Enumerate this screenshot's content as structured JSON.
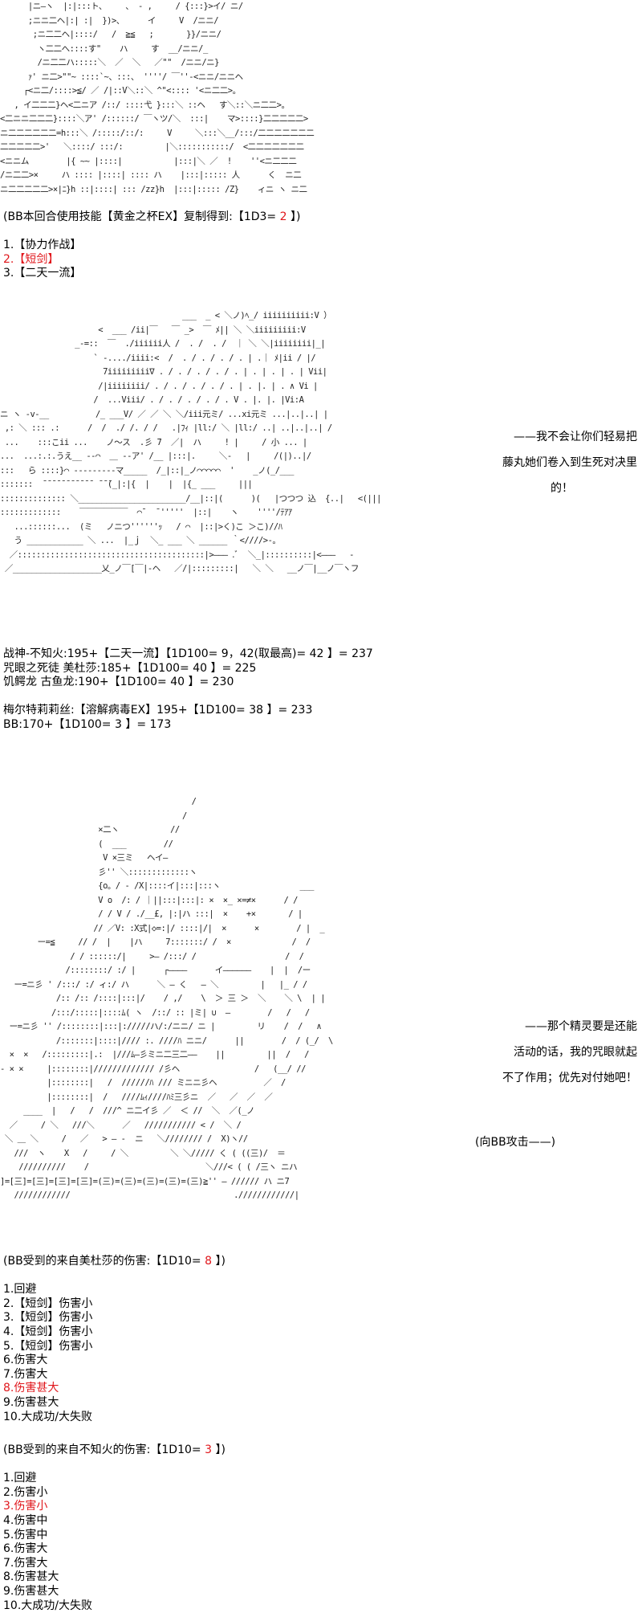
{
  "art": {
    "top": [
      "      |ニ―ヽ  |:|:::ト、    、 - ,     / {:::}>イ/ ニ/",
      "      ;ニニ二ヘ|:| :|  })>、     イ     V  /ニニ/",
      "       ;ニ二二ヘ|::::/   /  ≧≦   ;       }}/ニニ/",
      "        ヽ二二へ::::す\"    ハ     す  __/ニニ/_",
      "        /ニ二二ハ:::::＼  ／  ＼   ／\"\"  /ニニ/ニ}",
      "      ｧ' ニ二>\"\"~ ::::`~、:::、 ''''/ ￣''-<ニニ/ニニヘ",
      "     ┌<ニ二/::::>≦/ ／ /|::V＼::＼ ^\"<:::: '<ニ二二>。",
      "   , イ二二二}ヘ<二ニア /::/ ::::弋 }:::＼ ::ヘ   す＼::＼ニ二二>。",
      "<二ニニ二二二}::::＼ア' /::::::/ ￣ヽツ/＼  :::|    マ>::::}二二二二二>",
      "ニ二二二二二二=h:::＼ /:::::/::/:     V     ＼:::＼__/:::/二二二二二二二",
      "二二二二二>'   ＼::::/ :::/:         |＼:::::::::::/  <二二二二二二二",
      "<ニニム        |{ ~~ |::::|           |:::|＼ ／  !    ''<ニ二二二",
      "/ニ二二>×     ハ :::: |::::| :::: ハ    |:::|::::: 人      く  ニ二",
      "ニ二二二二二>×|ﾆ}h ::|::::| ::: /zz}h  |:::|::::: /Z}    ィニ ヽ ニ二"
    ],
    "mid": [
      "                                       ___  _ < ＼ノ)ﾍ_/ iiiiiiiiii:V ）",
      "                     <  ___ /ii|￣   ￣ _>  ￣ ﾒ|| ＼ ＼iiiiiiiii:V",
      "                _-=::  ￣  ./iiiiii人 /  . /  . /  ｜ ＼ ＼|iiiiiiii|_|",
      "                    ` ‐..../iiii:<  /  . / . / . / . | .｜ ﾒ|ii / |/",
      "                      7iiiiiiiii∇ . / . / . / . / . | . | . | . | Vii|",
      "                     /|iiiiiiii/ . / . / . / . / . | . |. | . ∧ Vi |",
      "                    /  ...Viii/ . / . / . / . / . V . |. |. |Vi:A",
      "ニ ヽ -v-__          /_ ___V/ ／ ／ ＼ ＼/iii元ミ/ ...xi元ミ ...|..|..| |",
      " ,: ＼ ::: .:      /  /  ./ /. / /   .|ﾌｨ |ll:/ ＼ |ll:/ ..| ..|..|..| /",
      " ...    :::こii ...    ノ〜ス  .彡 ̄7  ／|  ハ     ! |     / 小 ... |",
      "...  ...:.:.うえ__ ‐‐⌒  ＿ -‐ア' /__ |:::|.     ＼‐   |     /(|)..|/",
      ":::   ら ::::}⌒ ‐‐‐‐‐‐‐‐‐マ_____  /_|::|_ノ⌒⌒⌒⌒⌒  '    _ノ(_/___",
      ":::::::  ̄ ̄ ̄ ̄ ̄ ̄ ̄ ̄ ̄ ̄ ̄  ̄ ̄ ̄(_|:|{  |    |  |{_ ___     |||",
      ":::::::::::::: ＼_______________________/__|::|(      )(   |つつつ 込  {..|   <(|||",
      ":::::::::::::    ￣￣￣￣￣￣  ⌒¯  ¯'''''  |::|    ヽ    ''''/ﾃｱｱ",
      "   ...::::::...  (ミ   ノニつ''''''ｯ   / ⌒  |::|>く)こ ＞こ)//ﾊ",
      "   う ____________ ＼ ...  |_ｊ  ＼_ ___ ＼ ______ ｀<////>-。",
      "  ／::::::::::::::::::::::::::::::::::::::::|>――― .ﾞ  ＼_|::::::::::|<―――   -",
      " ／___________________乂_ノ￣[￣|-ヘ   ／/|:::::::::|   ＼ ＼   __ノ￣|__ノ￣ヽフ"
    ],
    "bottom": [
      "                                         /",
      "                                       /",
      "                     ×二ヽ           //",
      "                     (  ___        //",
      "                      V ×三ミ   ヘイ―",
      "                     彡'' ＼:::::::::::::ヽ",
      "                     {o。/ ‐ /X|::::イ|:::|:::ヽ                 ___",
      "                     V o  /: / ｜||:::|:::|: ×  ×_ ×=≠×      / /",
      "                     / / V / ./__£, |:|ハ :::|  ×    +×       / |",
      "                    // ／V: :X式|◇=:|/ ::::|/|  ×      ×        / |  _",
      "        ー=≦     // /  |    |ハ     7:::::::/ /  ×             /  /",
      "               / / ::::::/|     >― /:::/ /                   /  /",
      "              /::::::::/ :/ |      ┌――――      イ――――――    |  |  /ー",
      "   ー=ニ彡 ' /:::/ :/ ィ:/ ハ      ＼ ― く   ― ＼         |   |_ / /",
      "            /:: /:: /::::|:::|/    / ,/    \\  ＞ 三 ＞  ＼    ＼ \\  | |",
      "           /:::/:::::|::::ﾑ( ヽ  /::/ :: |ミ| ∪  ―        /   /   /",
      "  ー=ニ彡 '' /::::::::|:::|://///ハ/:/ニニ/ ニ |         リ    /  /   ∧",
      "            /:::::::|::::|//// :. ////ﾊ ニニ/      ||        /  / (_/  \\",
      "  ×  ×   /:::::::::|.:  |///ﾑ―彡ミニ二三二――    ||         ||  /   /",
      "- × ×     |::::::::|///////////// /彡ヘ                /   (__/ //",
      "          |::::::::|   /  //////ﾊ /// ミニニ彡ヘ          ／  /",
      "          |::::::::|  /   ////ﾑｨ////ﾊﾐ三彡ニ  ／   ／  ／  ／",
      "     ____  |   /   /  ///^ ニ二イ彡 ／  ＜ //  ＼  ／(_ノ",
      "  ／     / ＼   ///＼      ／   /////////// < /  ＼ /",
      " ＼ ＿ ＼     /   ／   > ― ‐  ニ   ＼//////// /  X)ヽ//",
      "   ///  ヽ    X   /     / ＼         ＼ ＼///// く ( ((三)/  ＝",
      "    //////////    /                         ＼///< ( ( /三ヽ ニハ",
      "]=[三]=[三]=[三]=[三]=(三)=(三)=(三)=(三)=(三)≧'' ― ////// ハ ニ7",
      "   ////////////                                   .////////////|"
    ]
  },
  "skill": {
    "header_prefix": "(BB本回合使用技能【黄金之杯EX】复制得到:【1D3= ",
    "header_roll": "2",
    "header_suffix": " 】)",
    "options": [
      {
        "text": "1.【协力作战】",
        "highlight": false
      },
      {
        "text": "2.【短剑】",
        "highlight": true
      },
      {
        "text": "3.【二天一流】",
        "highlight": false
      }
    ]
  },
  "speech1": [
    "——我不会让你们轻易把",
    "藤丸她们卷入到生死对决里",
    "的！"
  ],
  "combat": {
    "lines": [
      "战神-不知火:195+【二天一流】【1D100= 9，42(取最高)= 42 】= 237",
      "咒眼之死徒 美杜莎:185+【1D100= 40 】= 225",
      "饥鳄龙 古鱼龙:190+【1D100= 40 】= 230",
      "",
      "梅尔特莉莉丝:【溶解病毒EX】195+【1D100= 38 】= 233",
      "BB:170+【1D100= 3 】= 173"
    ]
  },
  "speech2": [
    "——那个精灵要是还能",
    "活动的话，我的咒眼就起",
    "不了作用；优先对付她吧！"
  ],
  "attack_note": "(向BB攻击——)",
  "damage1": {
    "header_prefix": "(BB受到的来自美杜莎的伤害:【1D10= ",
    "header_roll": "8",
    "header_suffix": " 】)",
    "options": [
      {
        "text": "1.回避",
        "highlight": false
      },
      {
        "text": "2.【短剑】伤害小",
        "highlight": false
      },
      {
        "text": "3.【短剑】伤害小",
        "highlight": false
      },
      {
        "text": "4.【短剑】伤害小",
        "highlight": false
      },
      {
        "text": "5.【短剑】伤害小",
        "highlight": false
      },
      {
        "text": "6.伤害大",
        "highlight": false
      },
      {
        "text": "7.伤害大",
        "highlight": false
      },
      {
        "text": "8.伤害甚大",
        "highlight": true
      },
      {
        "text": "9.伤害甚大",
        "highlight": false
      },
      {
        "text": "10.大成功/大失败",
        "highlight": false
      }
    ]
  },
  "damage2": {
    "header_prefix": "(BB受到的来自不知火的伤害:【1D10= ",
    "header_roll": "3",
    "header_suffix": " 】)",
    "options": [
      {
        "text": "1.回避",
        "highlight": false
      },
      {
        "text": "2.伤害小",
        "highlight": false
      },
      {
        "text": "3.伤害小",
        "highlight": true
      },
      {
        "text": "4.伤害中",
        "highlight": false
      },
      {
        "text": "5.伤害中",
        "highlight": false
      },
      {
        "text": "6.伤害大",
        "highlight": false
      },
      {
        "text": "7.伤害大",
        "highlight": false
      },
      {
        "text": "8.伤害甚大",
        "highlight": false
      },
      {
        "text": "9.伤害甚大",
        "highlight": false
      },
      {
        "text": "10.大成功/大失败",
        "highlight": false
      }
    ]
  },
  "colors": {
    "highlight": "#e0161b"
  }
}
